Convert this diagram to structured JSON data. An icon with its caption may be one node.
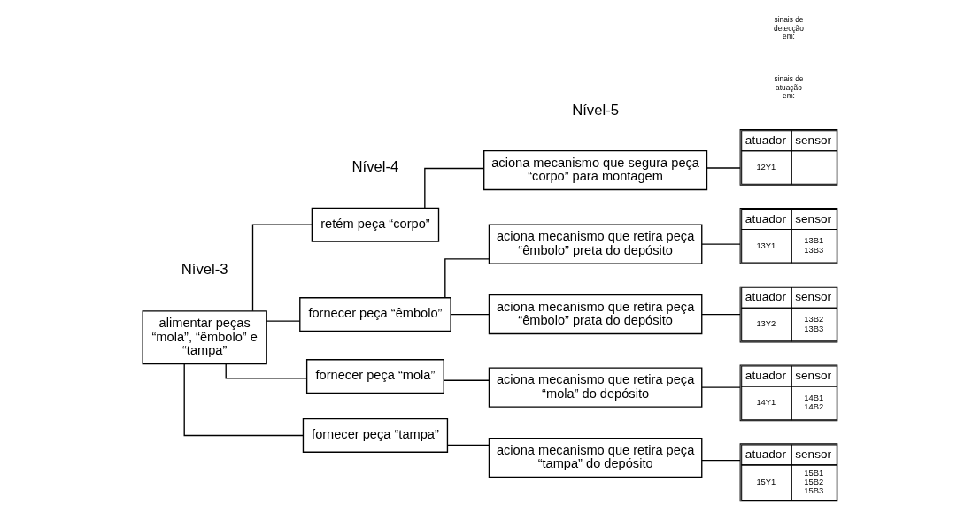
{
  "diagram": {
    "nodes": [
      {
        "text": [
          "alimentar peças “mola”, “êmbolo” e “tampa”"
        ]
      },
      {
        "text": [
          "retém peça “corpo”"
        ]
      },
      {
        "text": [
          "fornecer peça “êmbolo”"
        ]
      },
      {
        "text": [
          "fornecer peça “mola”"
        ]
      },
      {
        "text": [
          "fornecer peça “tampa”"
        ]
      },
      {
        "text": [
          "aciona mecanismo que segura peça “corpo” para montagem"
        ]
      },
      {
        "text": [
          "aciona mecanismo que retira peça “êmbolo” preta do depósito"
        ]
      },
      {
        "text": [
          "aciona mecanismo que retira peça “êmbolo” prata do depósito"
        ]
      },
      {
        "text": [
          "aciona mecanismo que retira peça “mola” do depósito"
        ]
      },
      {
        "text": [
          "aciona mecanismo que retira peça “tampa” do depósito"
        ]
      },
      {
        "text": [
          "atuador",
          "sensor",
          "12Y1"
        ]
      },
      {
        "text": [
          "atuador",
          "sensor",
          "13Y1",
          "13B1 13B3"
        ]
      },
      {
        "text": [
          "atuador",
          "sensor",
          "13Y2",
          "13B2 13B3"
        ]
      },
      {
        "text": [
          "atuador",
          "sensor",
          "14Y1",
          "14B1 14B2"
        ]
      },
      {
        "text": [
          "atuador",
          "sensor",
          "15Y1",
          "15B1 15B2 15B3"
        ]
      }
    ],
    "edges": [
      {
        "from": 0,
        "to": 1,
        "arrow": "none"
      },
      {
        "from": 0,
        "to": 2,
        "arrow": "none"
      },
      {
        "from": 0,
        "to": 3,
        "arrow": "none"
      },
      {
        "from": 0,
        "to": 4,
        "arrow": "none"
      },
      {
        "from": 1,
        "to": 5,
        "arrow": "none"
      },
      {
        "from": 2,
        "to": 6,
        "arrow": "none"
      },
      {
        "from": 2,
        "to": 7,
        "arrow": "none"
      },
      {
        "from": 3,
        "to": 8,
        "arrow": "none"
      },
      {
        "from": 4,
        "to": 9,
        "arrow": "none"
      },
      {
        "from": 5,
        "to": 10,
        "arrow": "none"
      },
      {
        "from": 6,
        "to": 11,
        "arrow": "none"
      },
      {
        "from": 7,
        "to": 12,
        "arrow": "none"
      },
      {
        "from": 8,
        "to": 13,
        "arrow": "none"
      },
      {
        "from": 9,
        "to": 14,
        "arrow": "none"
      }
    ],
    "labels": [
      "Nível-3",
      "Nível-4",
      "Nível-5",
      "sinais de atuação em:",
      "sinais de detecção em:"
    ]
  }
}
